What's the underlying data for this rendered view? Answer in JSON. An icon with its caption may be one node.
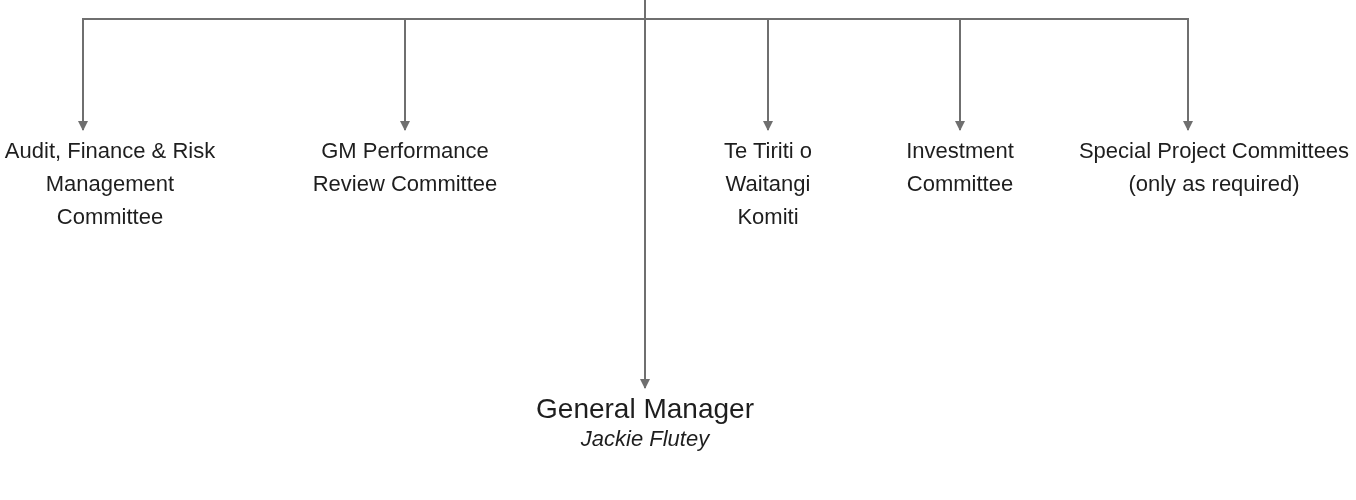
{
  "diagram": {
    "nodes": [
      {
        "text": [
          "Audit, Finance & Risk Management Committee"
        ]
      },
      {
        "text": [
          "GM Performance Review Committee"
        ]
      },
      {
        "text": [
          "Te Tiriti o Waitangi Komiti"
        ]
      },
      {
        "text": [
          "Investment Committee"
        ]
      },
      {
        "text": [
          "Special Project Committees (only as required)"
        ]
      },
      {
        "text": [
          "General Manager",
          "Jackie Flutey"
        ]
      }
    ],
    "edges": [
      {
        "from": null,
        "to": 0,
        "arrow": "to"
      },
      {
        "from": null,
        "to": 1,
        "arrow": "to"
      },
      {
        "from": null,
        "to": 2,
        "arrow": "to"
      },
      {
        "from": null,
        "to": 3,
        "arrow": "to"
      },
      {
        "from": null,
        "to": 4,
        "arrow": "to"
      },
      {
        "from": null,
        "to": 5,
        "arrow": "to"
      }
    ]
  }
}
